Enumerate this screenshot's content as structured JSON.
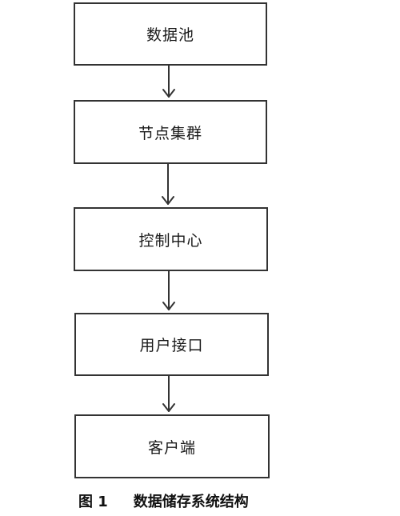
{
  "diagram": {
    "nodes": [
      {
        "id": "n1",
        "label": "数据池"
      },
      {
        "id": "n2",
        "label": "节点集群"
      },
      {
        "id": "n3",
        "label": "控制中心"
      },
      {
        "id": "n4",
        "label": "用户接口"
      },
      {
        "id": "n5",
        "label": "客户端"
      }
    ],
    "edges": [
      {
        "from": "n1",
        "to": "n2"
      },
      {
        "from": "n2",
        "to": "n3"
      },
      {
        "from": "n3",
        "to": "n4"
      },
      {
        "from": "n4",
        "to": "n5"
      }
    ]
  },
  "caption": {
    "label": "图 1",
    "title": "数据储存系统结构"
  }
}
